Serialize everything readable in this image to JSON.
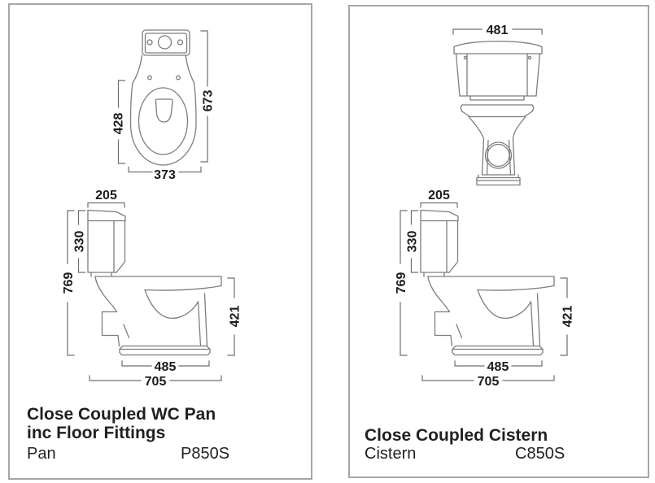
{
  "panels": [
    {
      "id": "pan",
      "title_lines": [
        "Close Coupled WC Pan",
        "inc Floor Fittings"
      ],
      "product_label": "Pan",
      "product_code": "P850S",
      "top_view_dims": {
        "seat_width": "428",
        "overall_length": "673",
        "bowl_rim_width": "373"
      },
      "side_view_dims": {
        "cistern_depth": "205",
        "cistern_height": "330",
        "overall_height": "769",
        "pan_height": "421",
        "base_depth": "485",
        "overall_depth": "705"
      }
    },
    {
      "id": "cistern",
      "title_lines": [
        "Close Coupled Cistern"
      ],
      "product_label": "Cistern",
      "product_code": "C850S",
      "front_view_dims": {
        "cistern_width": "481"
      },
      "side_view_dims": {
        "cistern_depth": "205",
        "cistern_height": "330",
        "overall_height": "769",
        "pan_height": "421",
        "base_depth": "485",
        "overall_depth": "705"
      }
    }
  ],
  "colors": {
    "background": "#ffffff",
    "drawing_line": "#7d7d7d",
    "dimension_text": "#1c1c1c",
    "title_text": "#231f20",
    "panel_border": "#a6a6a6"
  }
}
